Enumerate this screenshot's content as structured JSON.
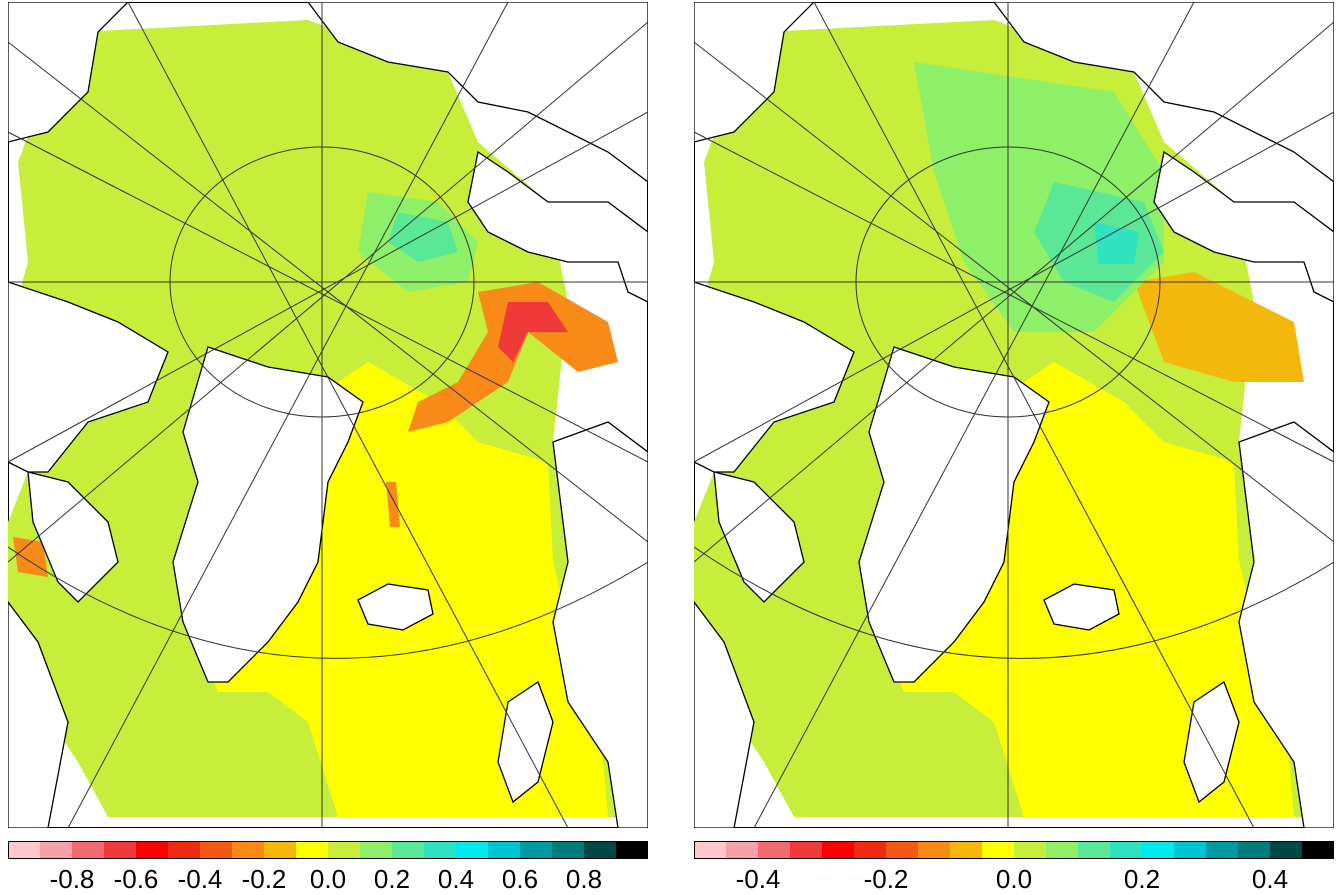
{
  "panels": [
    {
      "colorbar": {
        "ticks": [
          "-0.8",
          "-0.6",
          "-0.4",
          "-0.2",
          "0.0",
          "0.2",
          "0.4",
          "0.6",
          "0.8"
        ],
        "tick_values": [
          -0.8,
          -0.6,
          -0.4,
          -0.2,
          0.0,
          0.2,
          0.4,
          0.6,
          0.8
        ],
        "range": [
          -1.0,
          1.0
        ]
      }
    },
    {
      "colorbar": {
        "ticks": [
          "-0.4",
          "-0.2",
          "0.0",
          "0.2",
          "0.4"
        ],
        "tick_values": [
          -0.4,
          -0.2,
          0.0,
          0.2,
          0.4
        ],
        "range": [
          -0.5,
          0.5
        ]
      }
    }
  ],
  "palette": [
    "#ffc8cc",
    "#f8a0a8",
    "#f06a72",
    "#f03a3a",
    "#ff0000",
    "#ee2a10",
    "#f25a14",
    "#f88a18",
    "#f4b80c",
    "#ffff00",
    "#c6ee3a",
    "#8ef068",
    "#5ae896",
    "#30e2c0",
    "#00e8f0",
    "#00c4d4",
    "#009aa2",
    "#007a7a",
    "#004848",
    "#000000"
  ],
  "colors": {
    "land": "#ffffff",
    "coast": "#000000",
    "grid": "#333333",
    "hot_spot": "#ff0000"
  }
}
